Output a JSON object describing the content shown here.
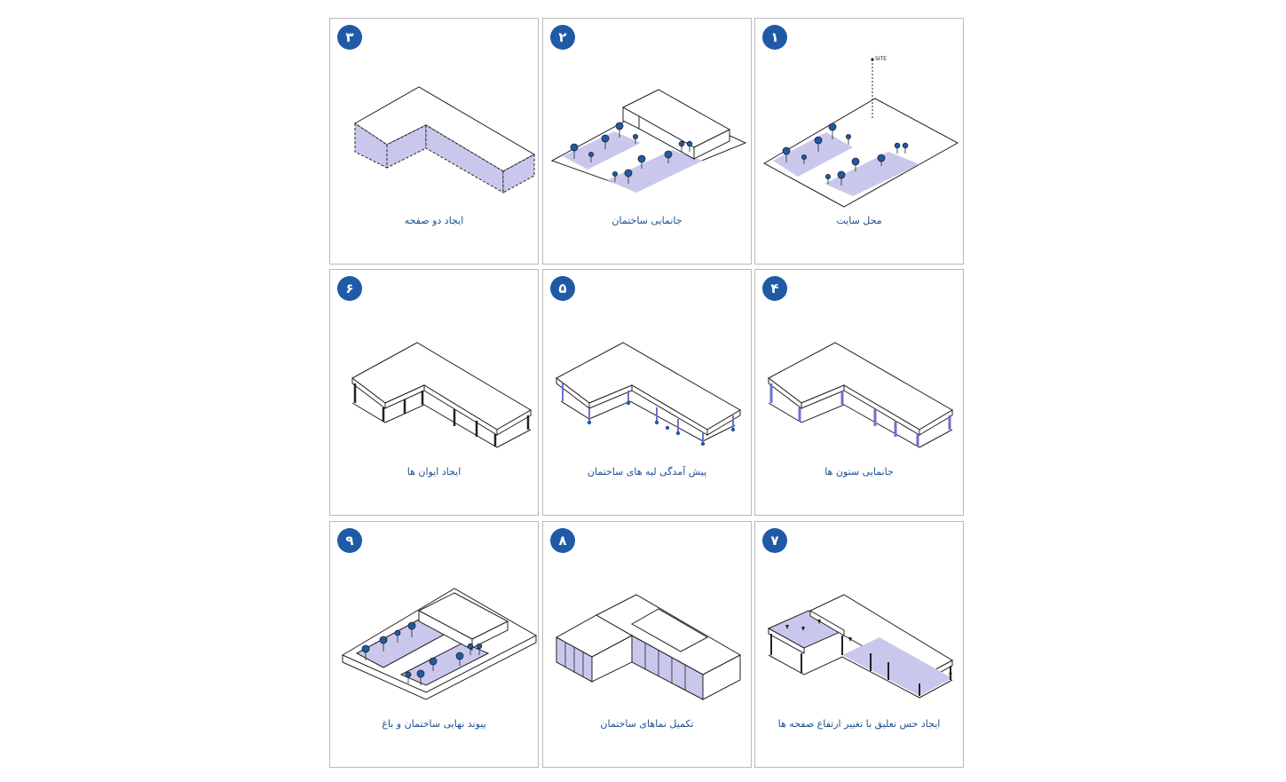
{
  "colors": {
    "accent": "#1f5aa6",
    "fill": "#c9c8ec",
    "line": "#222222"
  },
  "panels": [
    {
      "number": "١",
      "caption": "محل سایت"
    },
    {
      "number": "٢",
      "caption": "جانمایی ساختمان"
    },
    {
      "number": "٣",
      "caption": "ایجاد دو صفحه"
    },
    {
      "number": "۴",
      "caption": "جانمایی ستون ها"
    },
    {
      "number": "۵",
      "caption": "پیش آمدگی لبه های ساختمان"
    },
    {
      "number": "۶",
      "caption": "ایجاد ایوان ها"
    },
    {
      "number": "٧",
      "caption": "ایجاد حس تعلیق با تغییر ارتفاع صفحه ها"
    },
    {
      "number": "٨",
      "caption": "تکمیل نماهای ساختمان"
    },
    {
      "number": "٩",
      "caption": "پیوند نهایی ساختمان و باغ"
    }
  ],
  "site_label": "SITE"
}
